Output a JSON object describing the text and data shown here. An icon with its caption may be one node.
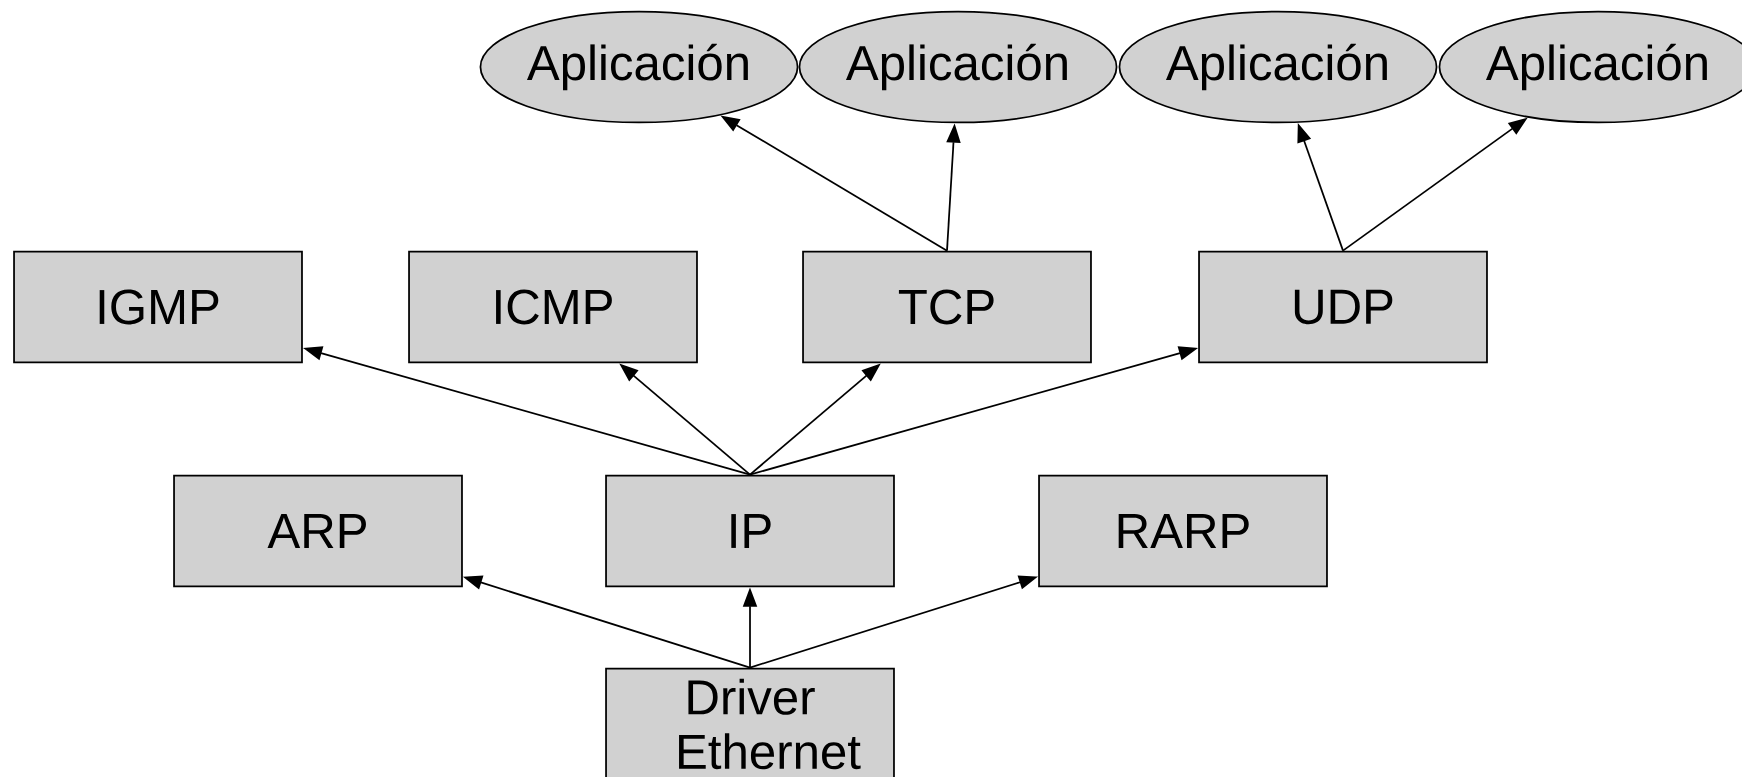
{
  "diagram": {
    "nodes": [
      {
        "text": [
          "Aplicación"
        ]
      },
      {
        "text": [
          "Aplicación"
        ]
      },
      {
        "text": [
          "Aplicación"
        ]
      },
      {
        "text": [
          "Aplicación"
        ]
      },
      {
        "text": [
          "IGMP"
        ]
      },
      {
        "text": [
          "ICMP"
        ]
      },
      {
        "text": [
          "TCP"
        ]
      },
      {
        "text": [
          "UDP"
        ]
      },
      {
        "text": [
          "ARP"
        ]
      },
      {
        "text": [
          "IP"
        ]
      },
      {
        "text": [
          "RARP"
        ]
      },
      {
        "text": [
          "Driver Ethernet"
        ]
      }
    ],
    "edges": [
      {
        "from": 6,
        "to": 0,
        "arrow": "to"
      },
      {
        "from": 6,
        "to": 1,
        "arrow": "to"
      },
      {
        "from": 7,
        "to": 2,
        "arrow": "to"
      },
      {
        "from": 7,
        "to": 3,
        "arrow": "to"
      },
      {
        "from": 9,
        "to": 4,
        "arrow": "to"
      },
      {
        "from": 9,
        "to": 5,
        "arrow": "to"
      },
      {
        "from": 9,
        "to": 6,
        "arrow": "to"
      },
      {
        "from": 9,
        "to": 7,
        "arrow": "to"
      },
      {
        "from": 11,
        "to": 8,
        "arrow": "to"
      },
      {
        "from": 11,
        "to": 9,
        "arrow": "to"
      },
      {
        "from": 11,
        "to": 10,
        "arrow": "to"
      }
    ]
  }
}
